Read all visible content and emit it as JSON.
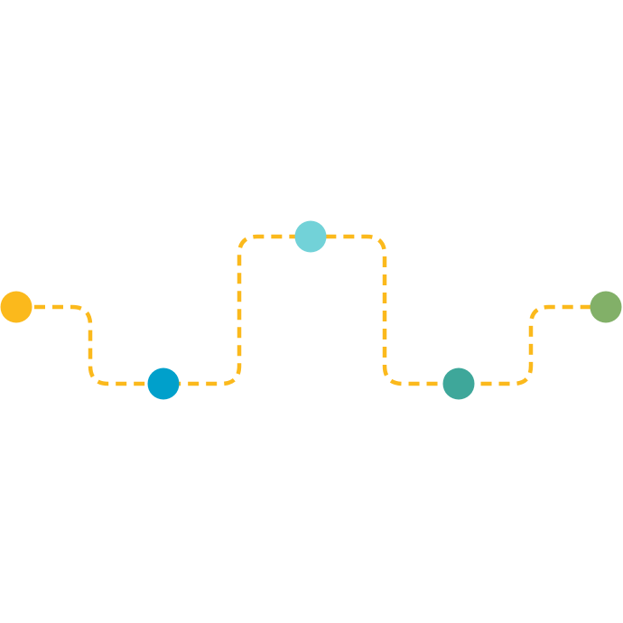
{
  "diagram": {
    "type": "timeline-path",
    "connector": {
      "style": "dashed",
      "color": "#FBB91C"
    },
    "nodes": [
      {
        "id": "node-1",
        "color": "#FBB91C"
      },
      {
        "id": "node-2",
        "color": "#00A0CB"
      },
      {
        "id": "node-3",
        "color": "#72D2D8"
      },
      {
        "id": "node-4",
        "color": "#3EA79A"
      },
      {
        "id": "node-5",
        "color": "#82B068"
      }
    ]
  }
}
